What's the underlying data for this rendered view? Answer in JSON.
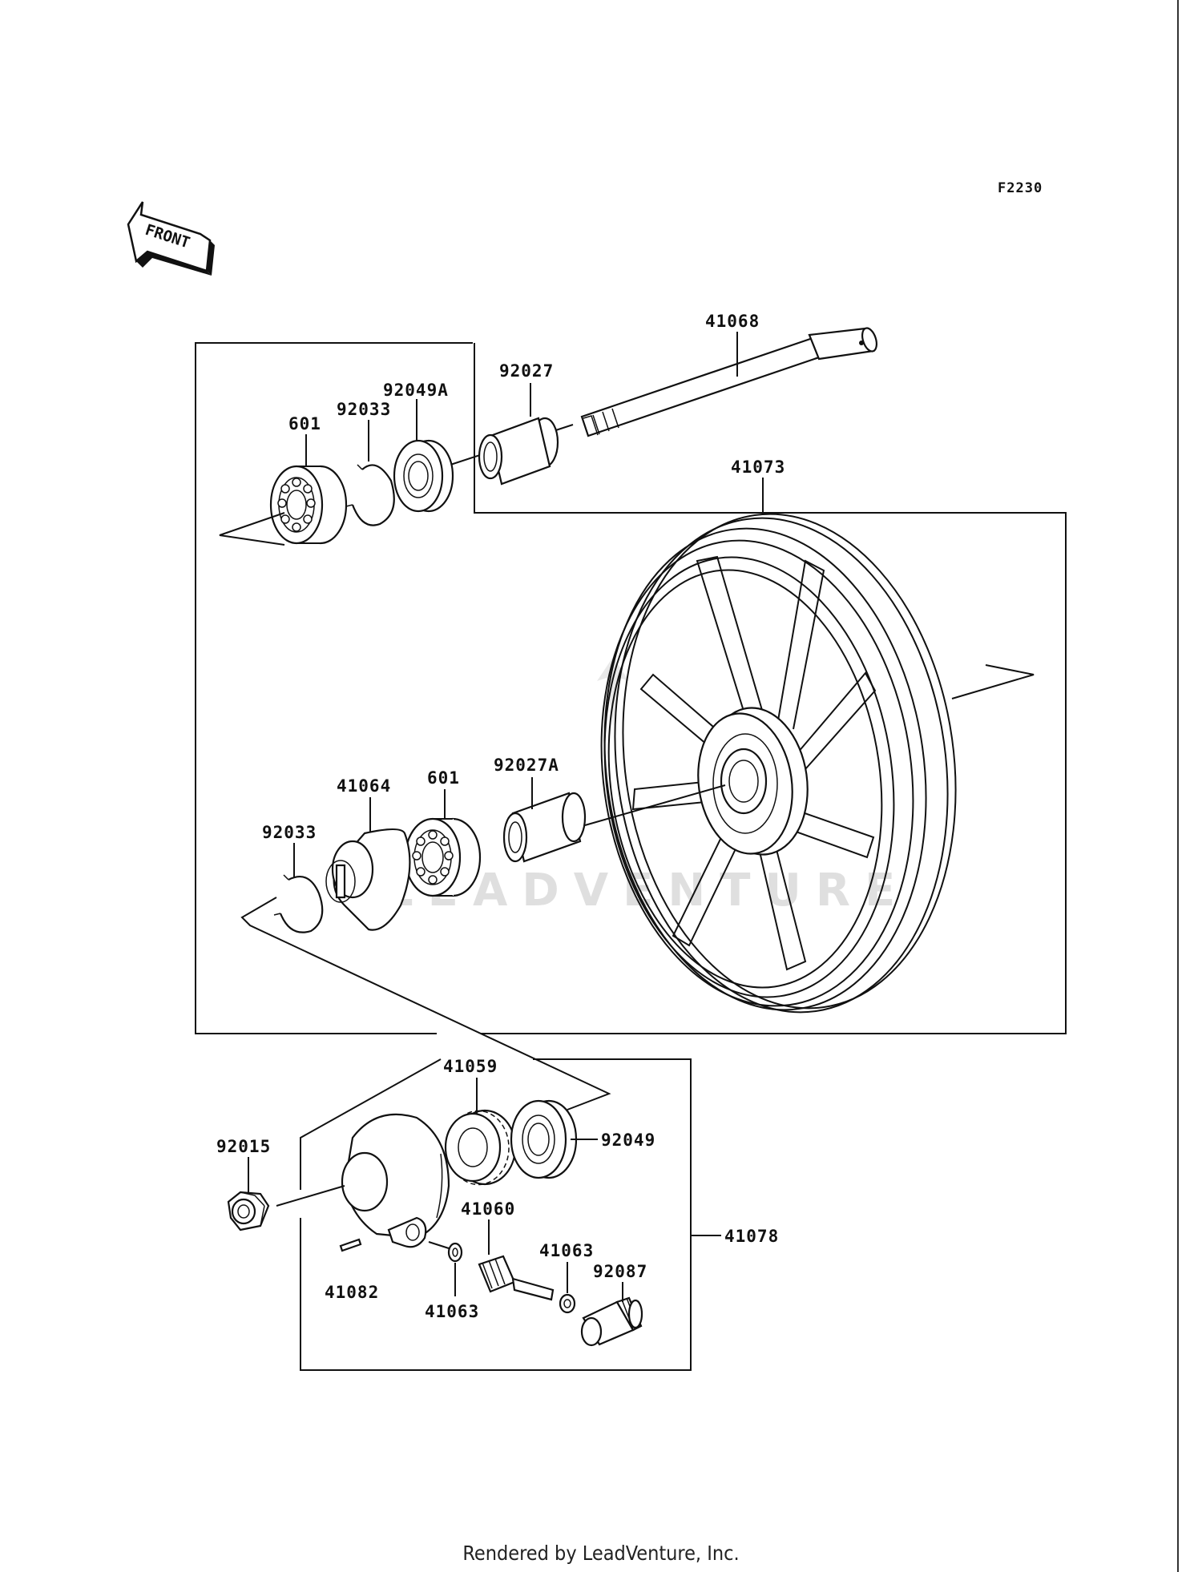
{
  "diagram_code": "F2230",
  "front_arrow_label": "FRONT",
  "watermark_text": "LEADVENTURE",
  "footer_text": "Rendered by LeadVenture, Inc.",
  "parts": {
    "axle": "41068",
    "collar_92027": "92027",
    "seal_92049A": "92049A",
    "circlip_92033_top": "92033",
    "bearing_601_top": "601",
    "wheel": "41073",
    "collar_92027A": "92027A",
    "bearing_601_lower": "601",
    "cover_41064": "41064",
    "circlip_92033_lower": "92033",
    "gear_41059": "41059",
    "seal_92049": "92049",
    "nut_92015": "92015",
    "gearbox_41078": "41078",
    "pinion_41060": "41060",
    "washer_41063_right": "41063",
    "bushing_92087": "92087",
    "pin_41082": "41082",
    "washer_41063_left": "41063"
  }
}
